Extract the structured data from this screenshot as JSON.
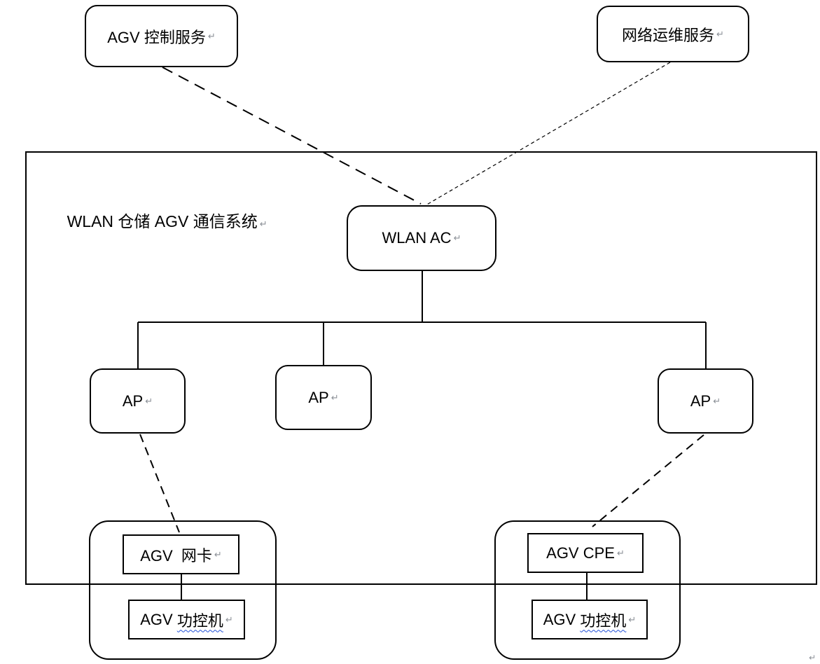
{
  "diagram": {
    "system_label": "WLAN 仓储 AGV 通信系统",
    "pilcrow": "↵",
    "nodes": {
      "agv_control_service": {
        "label": "AGV 控制服务"
      },
      "network_ops_service": {
        "label": "网络运维服务"
      },
      "wlan_ac": {
        "label": "WLAN AC"
      },
      "ap_left": {
        "label": "AP"
      },
      "ap_middle": {
        "label": "AP"
      },
      "ap_right": {
        "label": "AP"
      },
      "agv_nic": {
        "label": "AGV  网卡"
      },
      "agv_cpe": {
        "label": "AGV CPE"
      },
      "agv_ctrl_left": {
        "prefix": "AGV ",
        "underlined": "功控机"
      },
      "agv_ctrl_right": {
        "prefix": "AGV ",
        "underlined": "功控机"
      }
    },
    "colors": {
      "line": "#000000",
      "squiggle": "#1f4fd8"
    }
  }
}
